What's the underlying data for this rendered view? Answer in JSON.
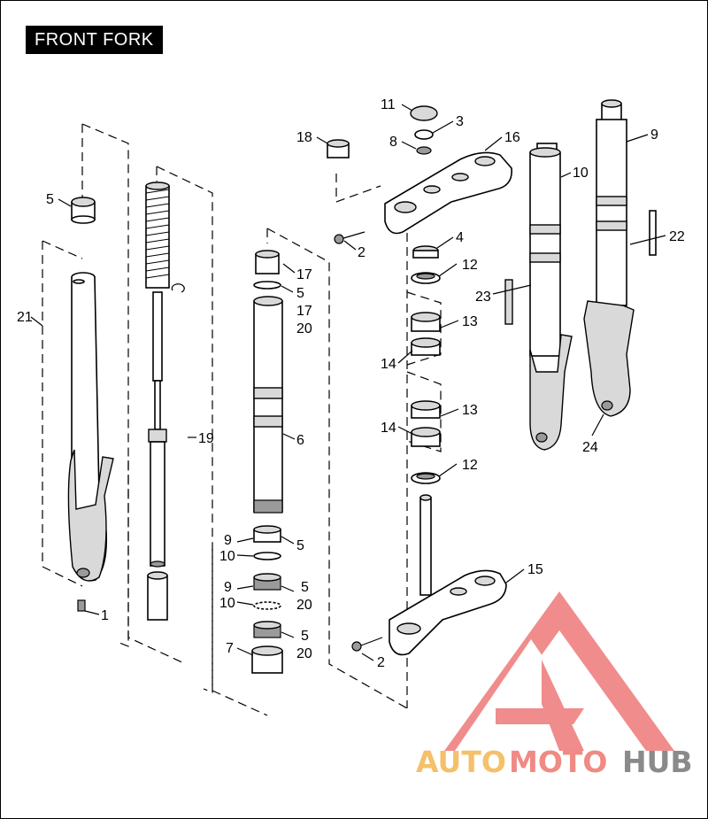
{
  "title": "FRONT FORK",
  "watermark": {
    "word_part1": "AUTO",
    "word_part2": "MOTO",
    "word_part3": "HUB",
    "color_part1": "#f5c06a",
    "color_part2": "#f08a84",
    "color_part3": "#8a8a8a",
    "emblem_color": "#f08080"
  },
  "callouts": {
    "c1": "1",
    "c2a": "2",
    "c2b": "2",
    "c3": "3",
    "c4": "4",
    "c5a": "5",
    "c5b": "5",
    "c5c": "5",
    "c5d": "5",
    "c5e": "5",
    "c6": "6",
    "c7": "7",
    "c8": "8",
    "c9a": "9",
    "c9b": "9",
    "c9c": "9",
    "c10a": "10",
    "c10b": "10",
    "c10c": "10",
    "c11": "11",
    "c12a": "12",
    "c12b": "12",
    "c13a": "13",
    "c13b": "13",
    "c14a": "14",
    "c14b": "14",
    "c15": "15",
    "c16": "16",
    "c17a": "17",
    "c17b": "17",
    "c18": "18",
    "c19": "19",
    "c20a": "20",
    "c20b": "20",
    "c20c": "20",
    "c21": "21",
    "c22": "22",
    "c23": "23",
    "c24": "24"
  }
}
